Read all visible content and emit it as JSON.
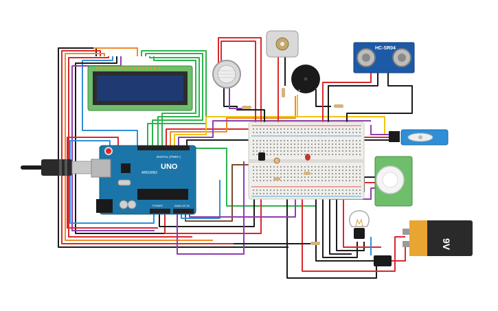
{
  "arduino": {
    "brand": "UNO",
    "maker": "ARDUINO",
    "digital_header": "DIGITAL (PWM~)",
    "power_header": "POWER",
    "analog_header": "ANALOG IN"
  },
  "ultrasonic": {
    "label": "HC-SR04"
  },
  "battery": {
    "label": "9V"
  },
  "colors": {
    "board": "#1c75a8",
    "lcd_pcb": "#6fbe6b",
    "lcd_screen": "#1f3a73",
    "breadboard": "#efeeea",
    "wire_red": "#d9272c",
    "wire_black": "#1a1a1a",
    "wire_green": "#2bb24c",
    "wire_orange": "#f08a24",
    "wire_yellow": "#f2c40f",
    "wire_purple": "#8e3bb0",
    "wire_blue": "#2e8fd6",
    "wire_brown": "#7a4a2a"
  }
}
